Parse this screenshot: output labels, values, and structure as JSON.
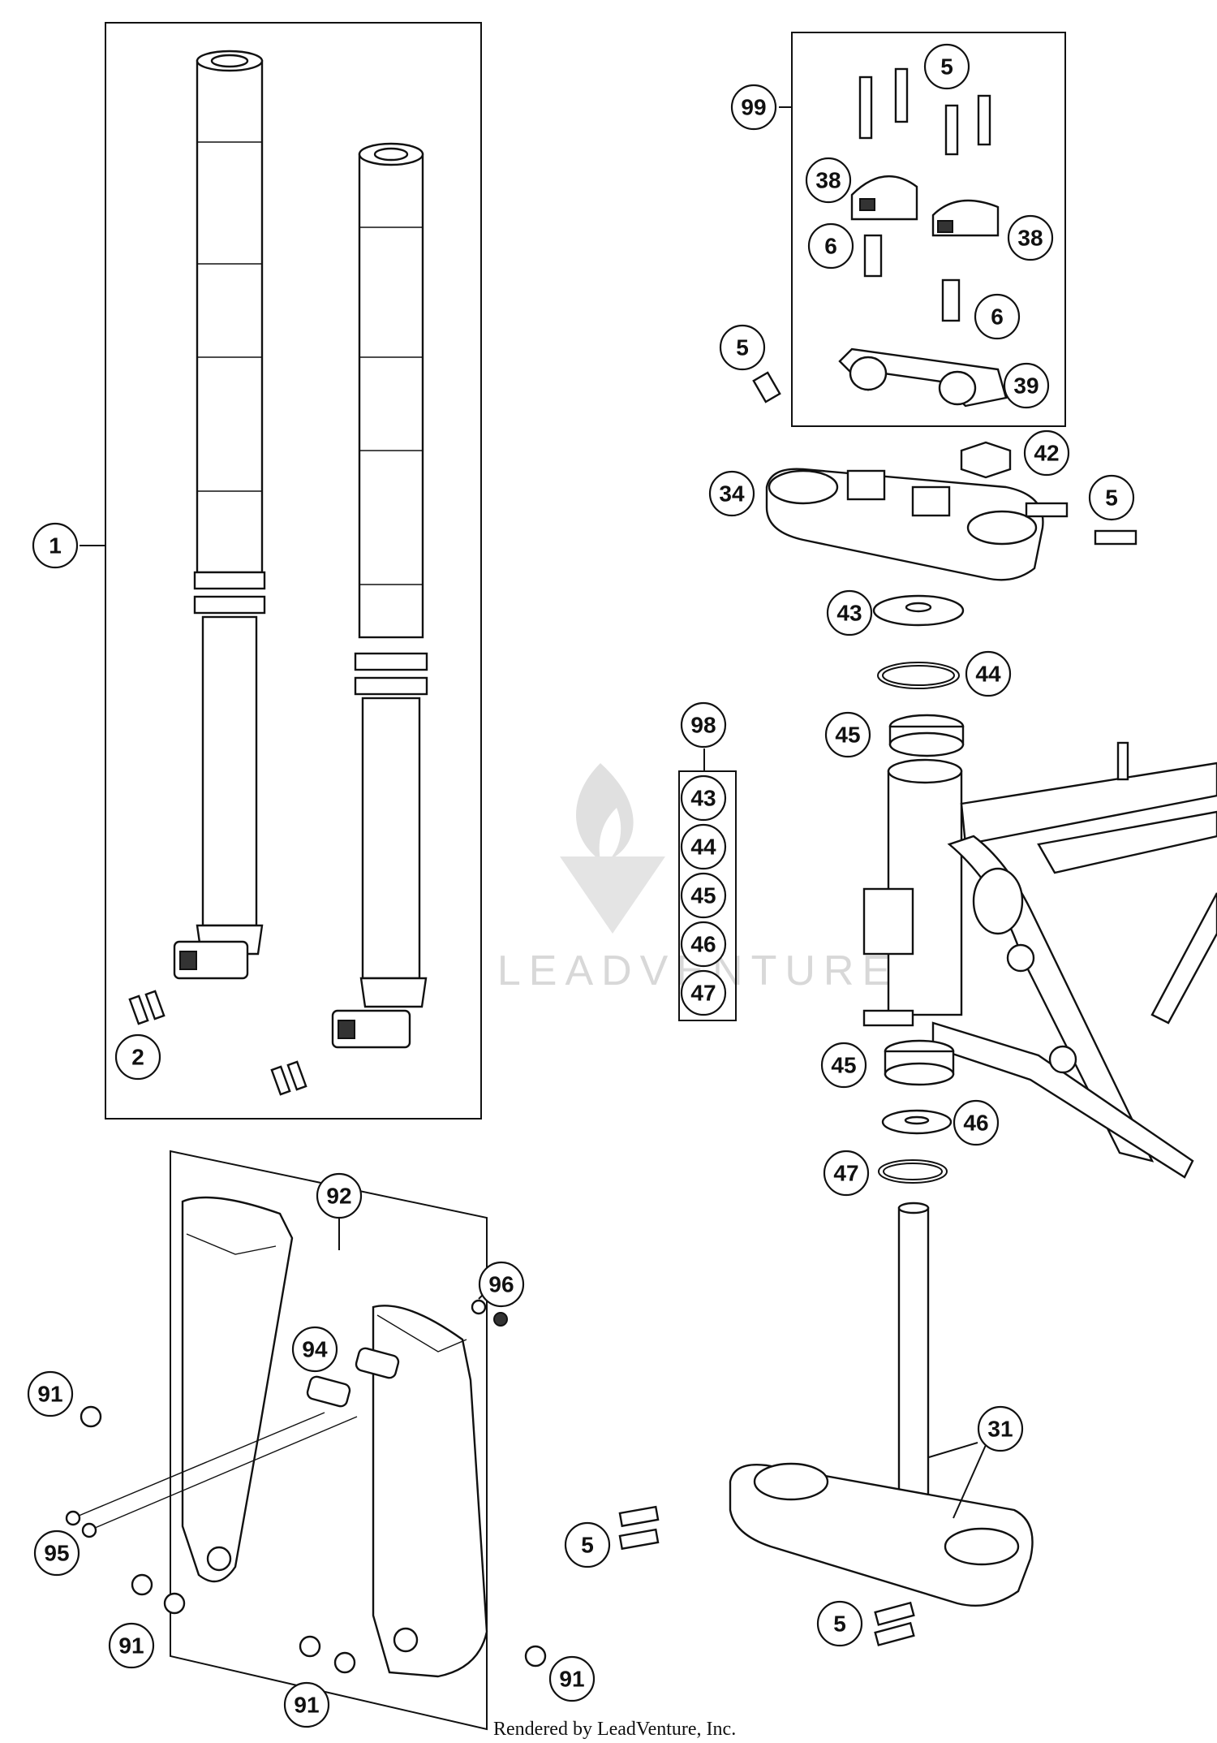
{
  "callouts": {
    "c1": "1",
    "c2": "2",
    "c5a": "5",
    "c99": "99",
    "c38a": "38",
    "c38b": "38",
    "c6a": "6",
    "c6b": "6",
    "c5b": "5",
    "c39": "39",
    "c42": "42",
    "c34": "34",
    "c5c": "5",
    "c43": "43",
    "c44": "44",
    "c45a": "45",
    "c98": "98",
    "k43": "43",
    "k44": "44",
    "k45": "45",
    "k46": "46",
    "k47": "47",
    "c45b": "45",
    "c46": "46",
    "c47": "47",
    "c92": "92",
    "c96": "96",
    "c94": "94",
    "c91a": "91",
    "c95": "95",
    "c91b": "91",
    "c91c": "91",
    "c91d": "91",
    "c5d": "5",
    "c5e": "5",
    "c31": "31"
  },
  "watermark": "LEADVENTURE",
  "credit": "Rendered by LeadVenture, Inc."
}
